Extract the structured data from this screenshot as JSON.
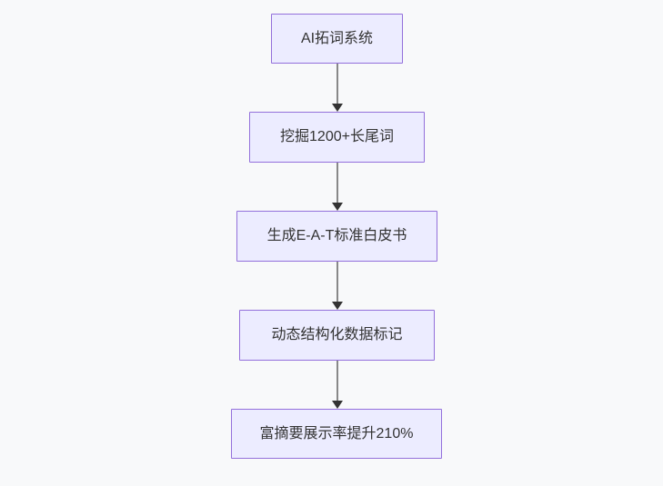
{
  "flowchart": {
    "type": "vertical-flowchart",
    "nodes": [
      {
        "label": "AI拓词系统"
      },
      {
        "label": "挖掘1200+长尾词"
      },
      {
        "label": "生成E-A-T标准白皮书"
      },
      {
        "label": "动态结构化数据标记"
      },
      {
        "label": "富摘要展示率提升210%"
      }
    ],
    "edges": [
      {
        "from": 0,
        "to": 1
      },
      {
        "from": 1,
        "to": 2
      },
      {
        "from": 2,
        "to": 3
      },
      {
        "from": 3,
        "to": 4
      }
    ],
    "style": {
      "background": "#f8f9fa",
      "node_fill": "#ececff",
      "node_border": "#9370db",
      "edge_line_color": "#888888",
      "arrowhead_color": "#333333",
      "text_color": "#333333"
    }
  }
}
